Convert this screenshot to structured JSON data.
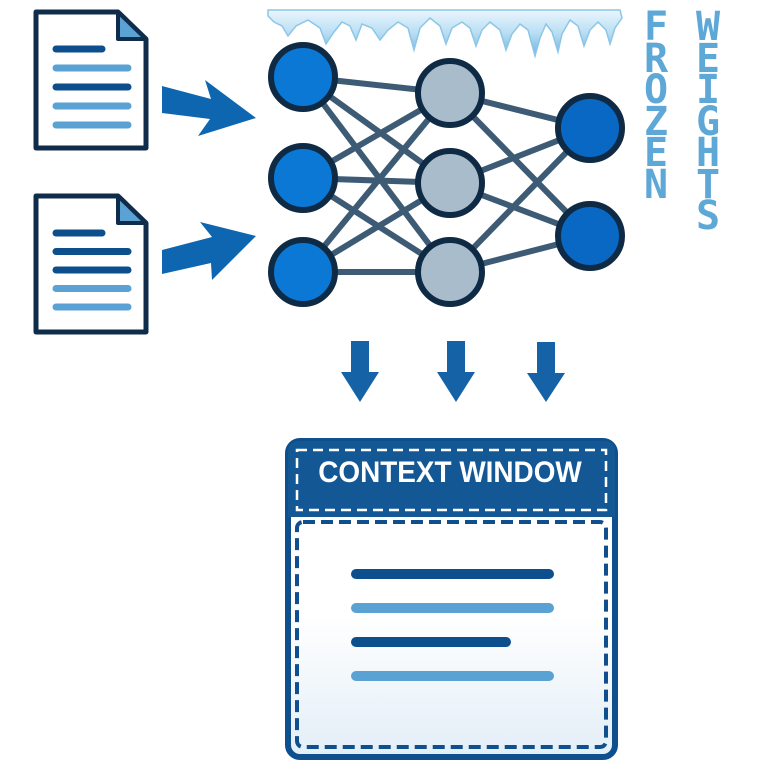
{
  "title": {
    "word1": "FROZEN",
    "word2": "WEIGHTS",
    "color": "#5ea8d8"
  },
  "documents": [
    {
      "name": "document-1",
      "lines": [
        "dark-short",
        "light",
        "dark",
        "light",
        "light"
      ]
    },
    {
      "name": "document-2",
      "lines": [
        "dark-short",
        "dark",
        "dark",
        "light",
        "light"
      ]
    }
  ],
  "network": {
    "layers": [
      {
        "name": "input",
        "nodes": 3,
        "color": "#0a78d4"
      },
      {
        "name": "hidden",
        "nodes": 3,
        "color": "#a9bccb"
      },
      {
        "name": "output",
        "nodes": 2,
        "color": "#0868c4"
      }
    ],
    "ice_overlay": "icicles"
  },
  "context_window": {
    "label": "CONTEXT WINDOW",
    "lines": [
      "dark",
      "light",
      "dark-short",
      "light"
    ]
  },
  "colors": {
    "dark_blue": "#0d4f8c",
    "mid_blue": "#0f66b0",
    "light_blue": "#5aa2d4",
    "outline": "#0f2d4a",
    "edge": "#3e5b76",
    "ice": "#a8d4ef"
  }
}
